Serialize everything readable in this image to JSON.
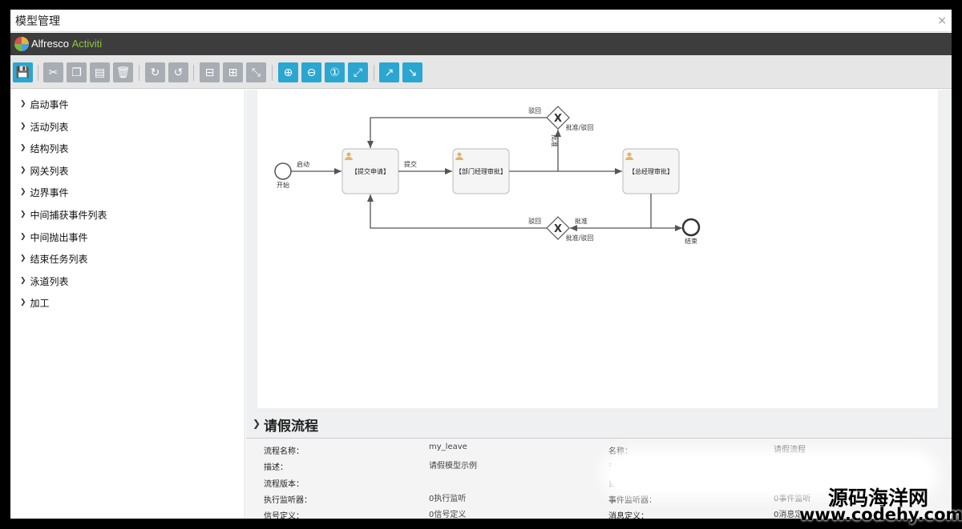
{
  "window": {
    "title": "模型管理",
    "close_glyph": "×"
  },
  "brand": {
    "name": "Alfresco",
    "product": "Activiti"
  },
  "toolbar": {
    "buttons": [
      {
        "icon": "save-icon",
        "glyph": "💾"
      },
      {
        "icon": "cut-icon",
        "glyph": "✂"
      },
      {
        "icon": "copy-icon",
        "glyph": "❐"
      },
      {
        "icon": "paste-icon",
        "glyph": "▤"
      },
      {
        "icon": "delete-icon",
        "glyph": "🗑"
      },
      {
        "icon": "redo-icon",
        "glyph": "↻"
      },
      {
        "icon": "undo-icon",
        "glyph": "↺"
      },
      {
        "icon": "align-horizontal-icon",
        "glyph": "⊟"
      },
      {
        "icon": "align-vertical-icon",
        "glyph": "⊞"
      },
      {
        "icon": "same-size-icon",
        "glyph": "⤡"
      },
      {
        "icon": "zoom-in-icon",
        "glyph": "⊕"
      },
      {
        "icon": "zoom-out-icon",
        "glyph": "⊖"
      },
      {
        "icon": "zoom-actual-icon",
        "glyph": "①"
      },
      {
        "icon": "zoom-fit-icon",
        "glyph": "⤢"
      },
      {
        "icon": "add-bendpoint-icon",
        "glyph": "↗"
      },
      {
        "icon": "remove-bendpoint-icon",
        "glyph": "↘"
      }
    ]
  },
  "palette": {
    "items": [
      "启动事件",
      "活动列表",
      "结构列表",
      "网关列表",
      "边界事件",
      "中间捕获事件列表",
      "中间抛出事件",
      "结束任务列表",
      "泳道列表",
      "加工"
    ]
  },
  "diagram": {
    "start_label": "开始",
    "end_label": "结束",
    "tasks": [
      "【提交申请】",
      "【部门经理审批】",
      "【总经理审批】"
    ],
    "flows": {
      "start": "启动",
      "submit": "提交",
      "reject_top": "驳回",
      "approve_reject_top": "批准/驳回",
      "approve_vertical": "批准",
      "reject_bottom": "驳回",
      "approve_bottom": "批准",
      "approve_reject_bottom": "批准/驳回"
    },
    "gateway_glyph": "X"
  },
  "properties": {
    "title": "请假流程",
    "rows": [
      {
        "label": "流程名称：",
        "value": "my_leave"
      },
      {
        "label": "描述：",
        "value": "请假模型示例"
      },
      {
        "label": "流程版本：",
        "value": ""
      },
      {
        "label": "执行监听器：",
        "value": "0执行监听"
      },
      {
        "label": "信号定义：",
        "value": "0信号定义"
      }
    ],
    "rows_right": [
      {
        "label": "名称：",
        "value": "请假流程"
      },
      {
        "label": "流程",
        "value": ""
      },
      {
        "label": "目标",
        "value": ""
      },
      {
        "label": "事件监听器：",
        "value": "0事件监听"
      },
      {
        "label": "消息定义：",
        "value": "0消息定"
      }
    ]
  },
  "watermark": {
    "line1": "源码海洋网",
    "line2": "www.codehy.com"
  },
  "colors": {
    "toolbar_button": "#2ba6d0",
    "toolbar_button_disabled": "#a7adb3",
    "brand_bar": "#3d3d3d"
  }
}
